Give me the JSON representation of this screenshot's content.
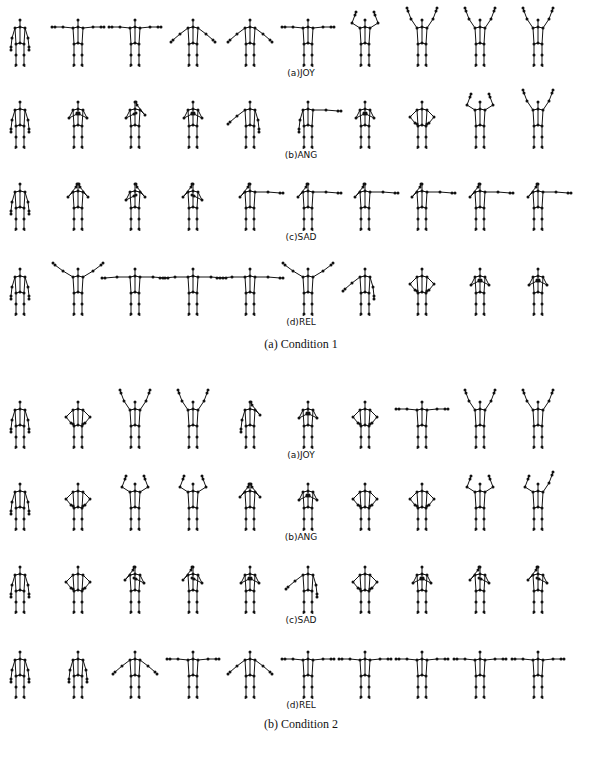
{
  "diagram": {
    "labels": [
      "(a)JOY",
      "(b)ANG",
      "(c)SAD",
      "(d)REL",
      "(a) Condition 1",
      "(a)JOY",
      "(b)ANG",
      "(c)SAD",
      "(d)REL",
      "(b) Condition 2"
    ]
  }
}
